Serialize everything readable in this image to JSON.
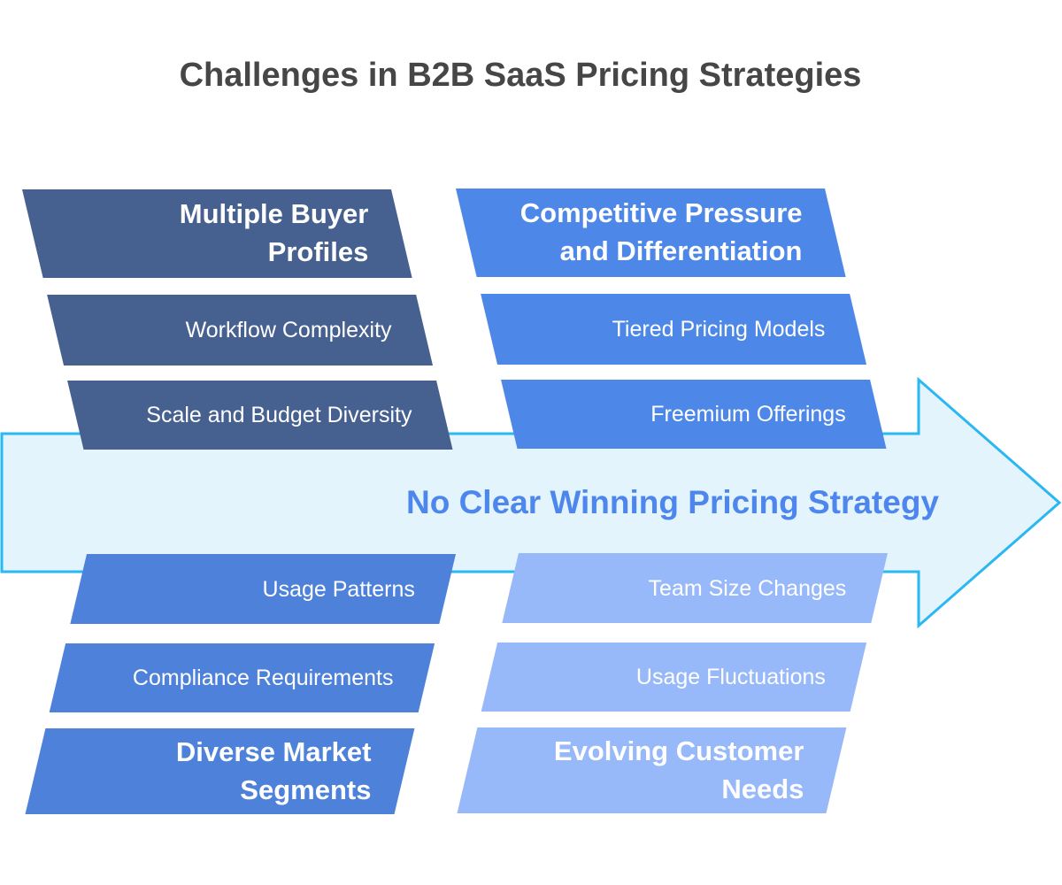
{
  "title": "Challenges in B2B SaaS Pricing Strategies",
  "center_label": "No Clear Winning Pricing Strategy",
  "colors": {
    "title-color": "#464646",
    "dark-blue": "#46618f",
    "bright-blue": "#4d87e8",
    "medium-blue": "#4d81da",
    "light-blue": "#97b9f9",
    "arrow-fill": "#e3f4fd",
    "arrow-stroke": "#2ab7f2",
    "label-blue": "#4d87ee",
    "text-on-blue": "#ffffff"
  },
  "blocks": {
    "top_left": {
      "header": "Multiple Buyer\nProfiles",
      "items": [
        {
          "label": "Workflow Complexity"
        },
        {
          "label": "Scale and Budget Diversity"
        }
      ]
    },
    "top_right": {
      "header": "Competitive Pressure\nand Differentiation",
      "items": [
        {
          "label": "Tiered Pricing Models"
        },
        {
          "label": "Freemium Offerings"
        }
      ]
    },
    "bottom_left": {
      "items": [
        {
          "label": "Usage Patterns"
        },
        {
          "label": "Compliance Requirements"
        }
      ],
      "header": "Diverse Market\nSegments"
    },
    "bottom_right": {
      "items": [
        {
          "label": "Team Size Changes"
        },
        {
          "label": "Usage Fluctuations"
        }
      ],
      "header": "Evolving Customer\nNeeds"
    }
  }
}
